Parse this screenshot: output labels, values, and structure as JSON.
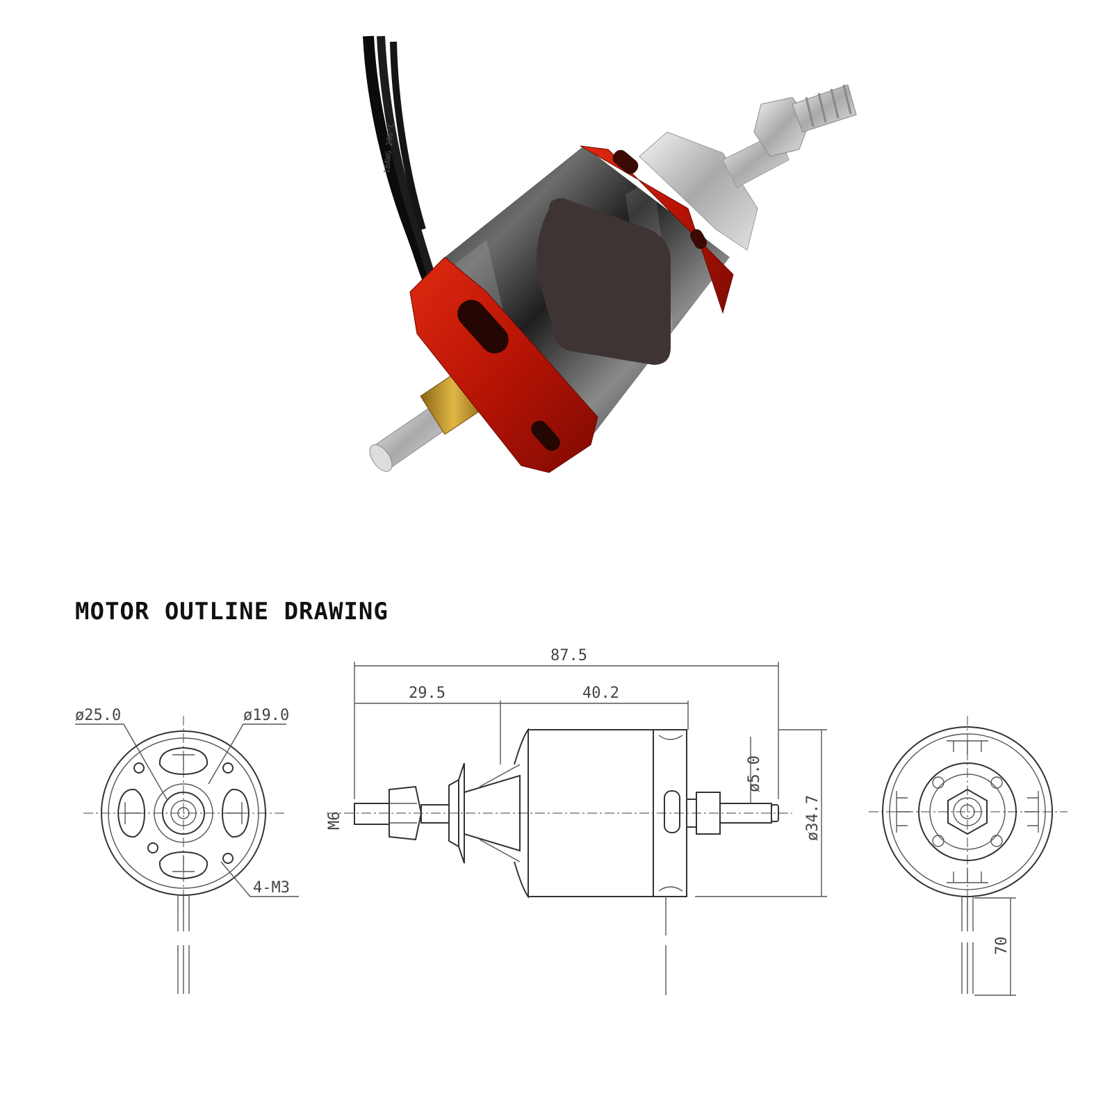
{
  "photo": {
    "wire_print": "18AWG 200°C"
  },
  "drawing": {
    "title": "MOTOR OUTLINE DRAWING",
    "front_view": {
      "dim_outer_diameter": "ø25.0",
      "dim_inner_diameter": "ø19.0",
      "dim_mount_holes": "4-M3"
    },
    "side_view": {
      "dim_total_length": "87.5",
      "dim_shaft_length": "29.5",
      "dim_body_length": "40.2",
      "dim_thread": "M6",
      "dim_shaft_diameter": "ø5.0",
      "dim_body_diameter": "ø34.7"
    },
    "rear_view": {
      "dim_lead_length": "70"
    }
  }
}
